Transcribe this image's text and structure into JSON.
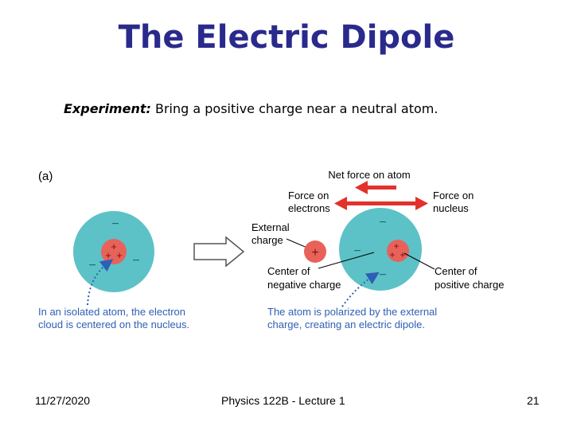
{
  "slide": {
    "title": "The Electric Dipole",
    "experiment_label": "Experiment:",
    "experiment_text": "Bring a positive charge near a neutral atom.",
    "date": "11/27/2020",
    "course": "Physics 122B - Lecture 1",
    "page_number": "21"
  },
  "figure": {
    "panel_label": "(a)",
    "net_force_label": "Net force on atom",
    "force_on_electrons": [
      "Force on",
      "electrons"
    ],
    "force_on_nucleus": [
      "Force on",
      "nucleus"
    ],
    "external_charge": [
      "External",
      "charge"
    ],
    "center_negative": [
      "Center of",
      "negative charge"
    ],
    "center_positive": [
      "Center of",
      "positive charge"
    ],
    "isolated_caption": [
      "In an isolated atom, the electron",
      "cloud is centered on the nucleus."
    ],
    "polarized_caption": [
      "The atom is polarized by the external",
      "charge, creating an electric dipole."
    ],
    "plus_symbol": "+",
    "minus_symbol": "−"
  },
  "colors": {
    "title": "#2a2a8c",
    "cloud": "#5cc2c7",
    "nucleus": "#e8625a",
    "arrow_red": "#e2322b",
    "caption_blue": "#2f5fb5",
    "dotted_arrow": "#2f5fb5"
  }
}
